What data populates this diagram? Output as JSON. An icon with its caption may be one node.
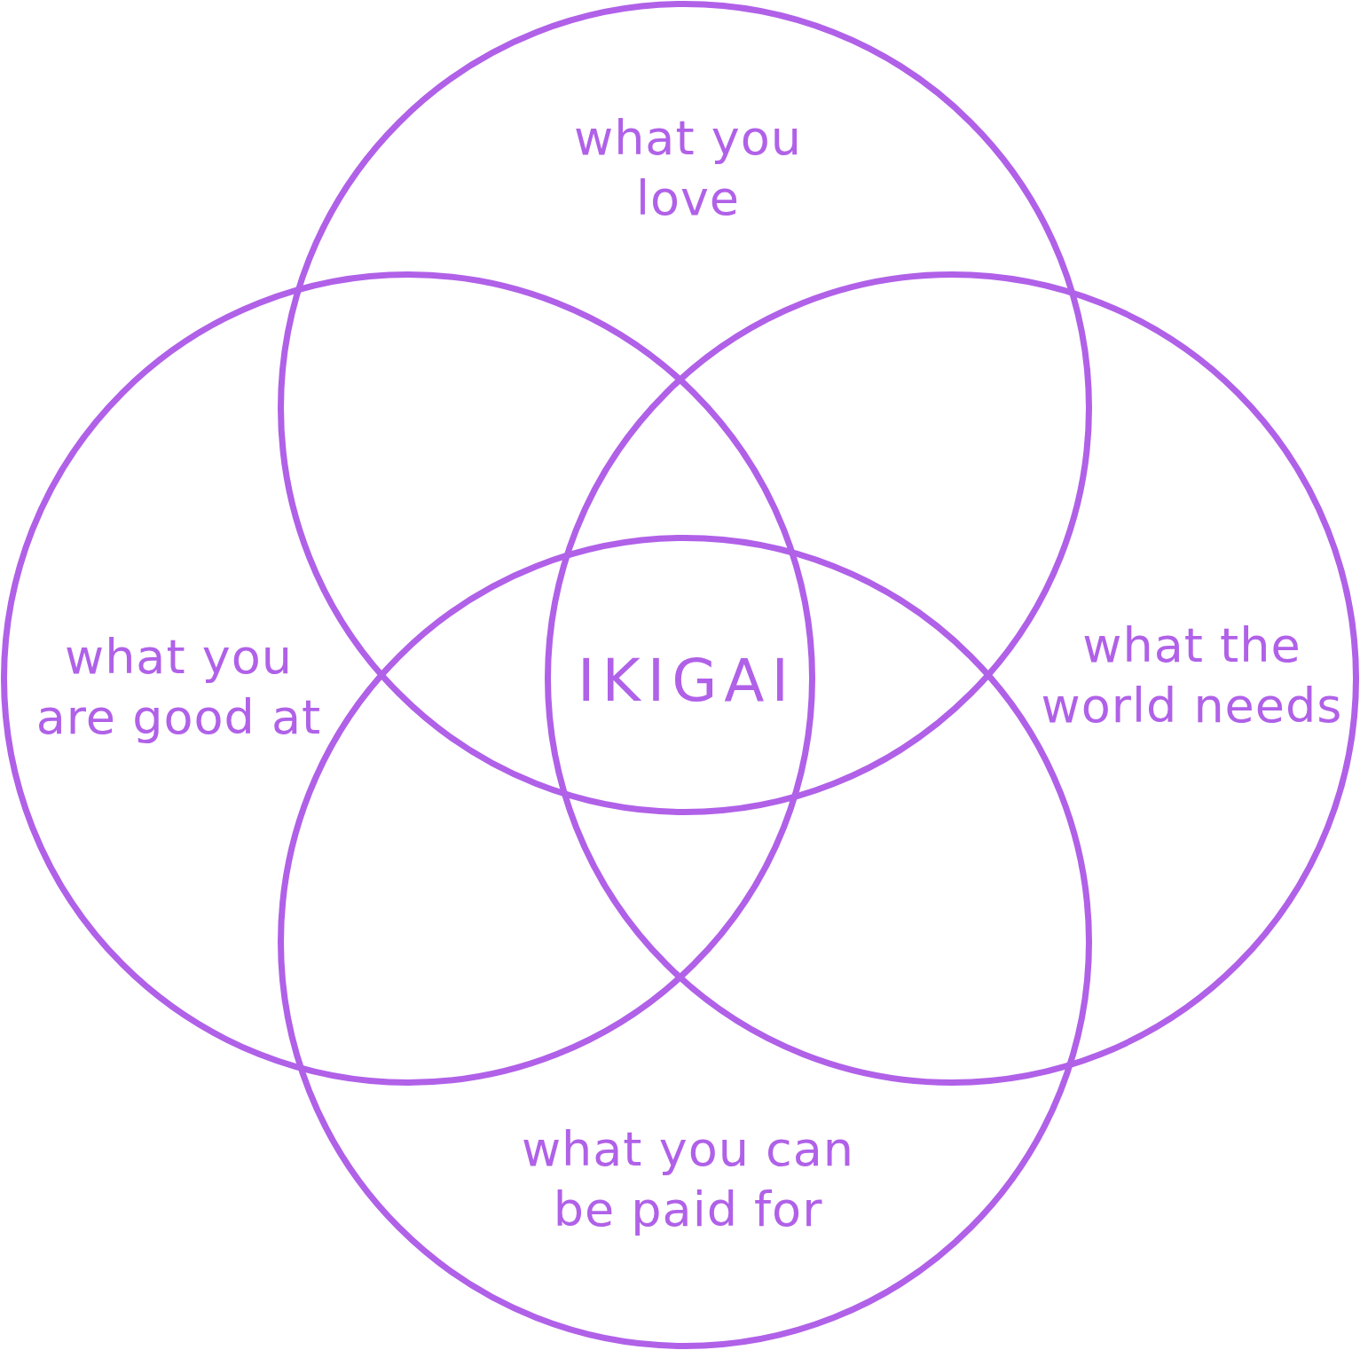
{
  "diagram": {
    "nodes": [
      {
        "text": [
          "what you love"
        ]
      },
      {
        "text": [
          "what you are good at"
        ]
      },
      {
        "text": [
          "what the world needs"
        ]
      },
      {
        "text": [
          "what you can be paid for"
        ]
      }
    ],
    "labels": [
      "IKIGAI"
    ]
  }
}
